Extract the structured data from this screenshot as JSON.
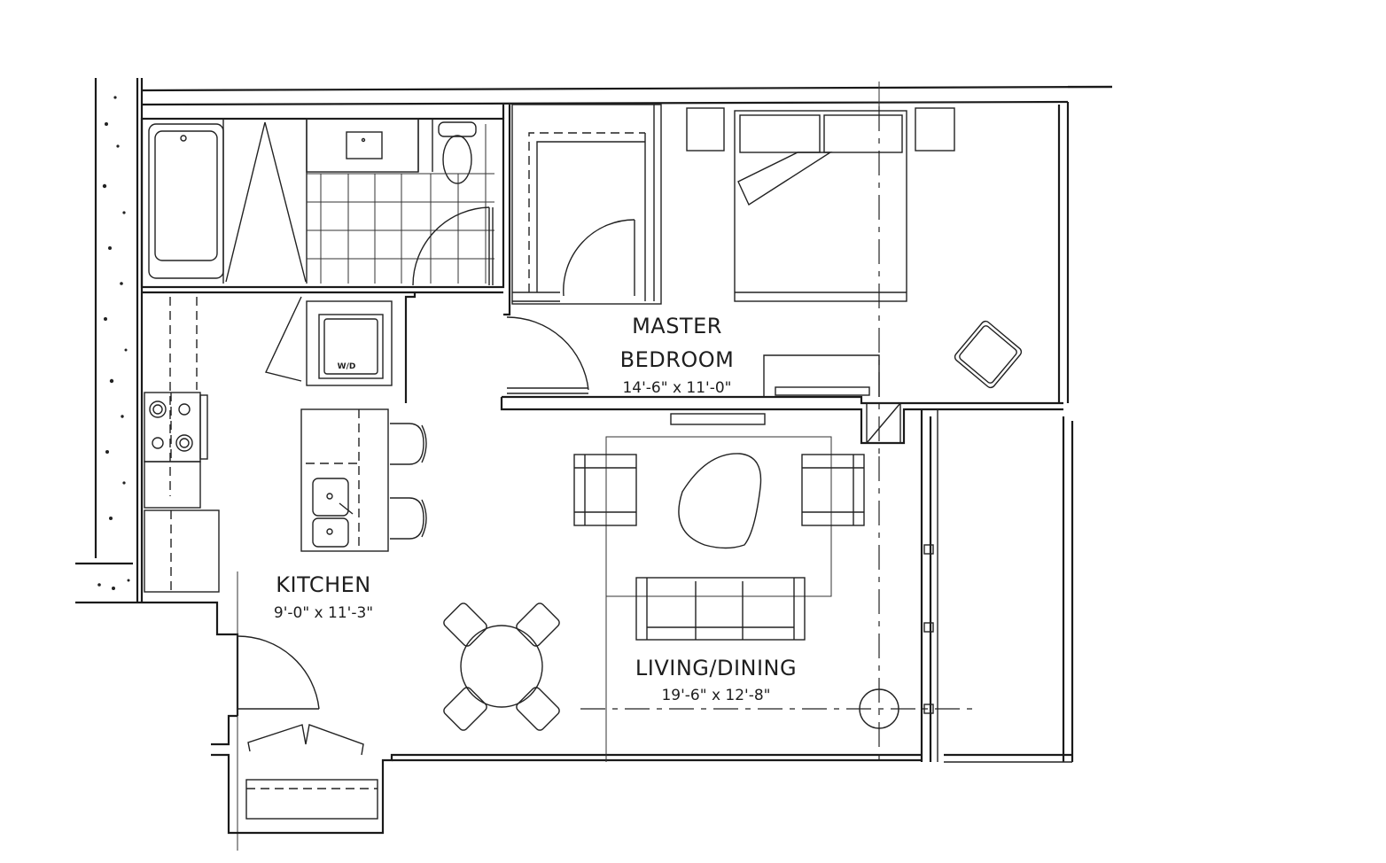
{
  "plan": {
    "type": "residential floor plan",
    "units": "feet-inches"
  },
  "rooms": [
    {
      "id": "master-bedroom",
      "name_line1": "MASTER",
      "name_line2": "BEDROOM",
      "dimensions": "14'-6\" x 11'-0\""
    },
    {
      "id": "kitchen",
      "name": "KITCHEN",
      "dimensions": "9'-0\" x 11'-3\""
    },
    {
      "id": "living-dining",
      "name": "LIVING/DINING",
      "dimensions": "19'-6\" x 12'-8\""
    }
  ],
  "fixtures": {
    "washer_dryer_label": "W/D"
  },
  "colors": {
    "line": "#1a1a1a",
    "background": "#ffffff"
  }
}
